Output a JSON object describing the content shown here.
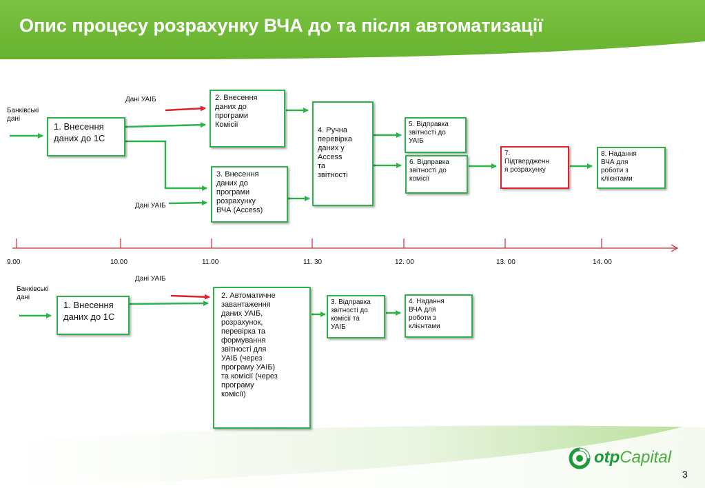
{
  "header": {
    "title": "Опис процесу розрахунку ВЧА до та після автоматизації"
  },
  "top": {
    "label_bank": "Банківські\nдані",
    "label_uaib_1": "Дані УАІБ",
    "label_uaib_2": "Дані УАІБ",
    "box1": "1. Внесення\nданих до 1С",
    "box2": "2. Внесення\nданих до\nпрограми\nКомісії",
    "box3": "3. Внесення\nданих до\nпрограми\nрозрахунку\nВЧА (Access)",
    "box4": "4. Ручна\nперевірка\nданих у\nAccess\nта\nзвітності",
    "box5": "5. Відправка\nзвітності до\nУАІБ",
    "box6": "6. Відправка\nзвітності до\nкомісії",
    "box7": "7.\nПідтвердженн\nя розрахунку",
    "box8": "8. Надання\nВЧА для\nроботи з\nклієнтами"
  },
  "timeline": {
    "ticks": [
      "9.00",
      "10.00",
      "11.00",
      "11. 30",
      "12. 00",
      "13. 00",
      "14. 00"
    ]
  },
  "bottom": {
    "label_bank": "Банківські\nдані",
    "label_uaib": "Дані УАІБ",
    "box1": "1. Внесення\nданих до 1С",
    "box2": "2. Автоматичне\nзавантаження\nданих УАІБ,\nрозрахунок,\nперевірка та\nформування\nзвітності для\nУАІБ (через\nпрограму УАІБ)\nта комісії (через\nпрограму\nкомісії)",
    "box3": "3. Відправка\nзвітності до\nкомісії та\nУАІБ",
    "box4": "4. Надання\nВЧА для\nроботи з\nклієнтами"
  },
  "logo": {
    "brand": "otp",
    "suffix": "Capital",
    "icon": "otp-logo-icon"
  },
  "page": {
    "number": "3"
  },
  "colors": {
    "accent": "#66b22f",
    "box_border": "#2db34a",
    "alert": "#e01f26",
    "arrow": "#2db34a"
  }
}
